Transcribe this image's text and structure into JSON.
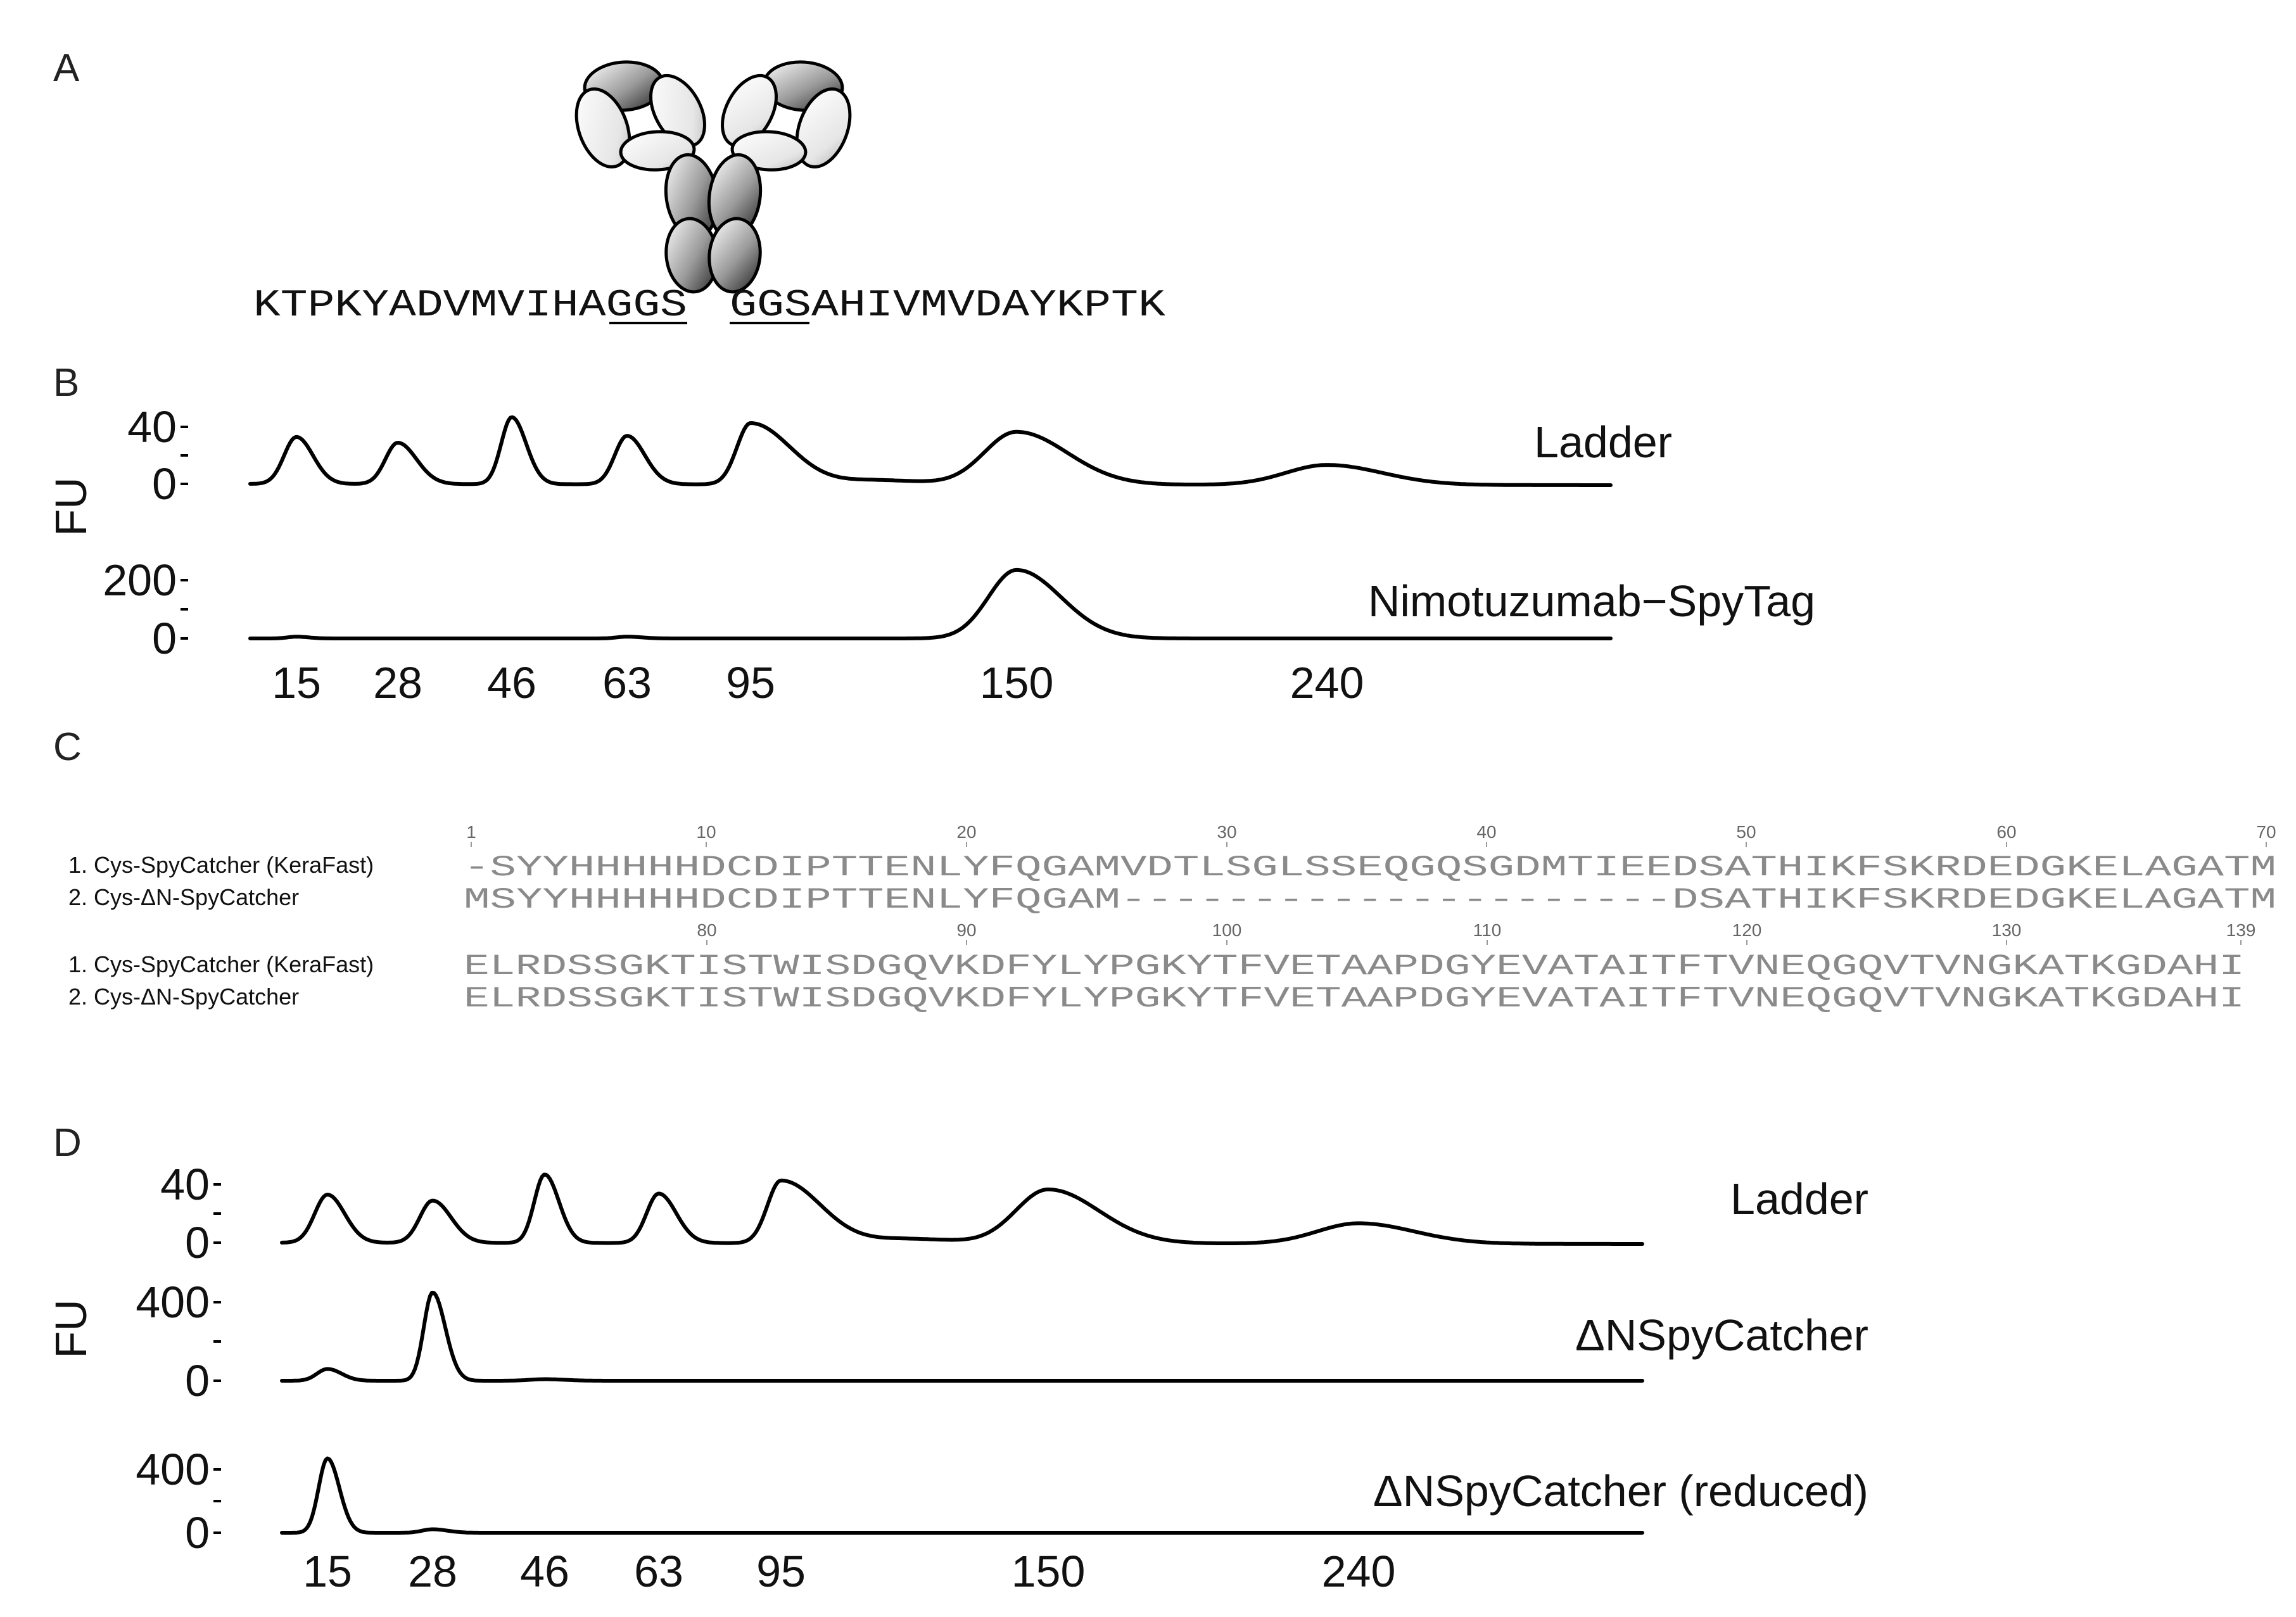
{
  "panels": {
    "a": {
      "letter": "A",
      "seq_left_plain": "KTPKYADVMVIHA",
      "seq_left_linker": "GGS",
      "seq_right_linker": "GGS",
      "seq_right_plain": "AHIVMVDAYKPTK"
    },
    "b": {
      "letter": "B"
    },
    "c": {
      "letter": "C"
    },
    "d": {
      "letter": "D"
    }
  },
  "alignment": {
    "names": [
      "1. Cys-SpyCatcher (KeraFast)",
      "2. Cys-ΔN-SpyCatcher"
    ],
    "block1": {
      "positions": [
        "1",
        "10",
        "20",
        "30",
        "40",
        "50",
        "60",
        "70"
      ],
      "seq1": "-SYYHHHHHDCDIPTTENLYFQGAMVDTLSGLSSEQGQSGDMTIEEDSATHIKFSKRDEDGKELAGATM",
      "seq2": "MSYYHHHHHDCDIPTTENLYFQGAM---------------------DSATHIKFSKRDEDGKELAGATM"
    },
    "block2": {
      "positions": [
        "80",
        "90",
        "100",
        "110",
        "120",
        "130",
        "139"
      ],
      "seq1": "ELRDSSGKTISTWISDGQVKDFYLYPGKYTFVETAAPDGYEVATAITFTVNEQGQVTVNGKATKGDAHI",
      "seq2": "ELRDSSGKTISTWISDGQVKDFYLYPGKYTFVETAAPDGYEVATAITFTVNEQGQVTVNGKATKGDAHI"
    }
  },
  "chart_data": [
    {
      "id": "B",
      "type": "line",
      "title": "",
      "xlabel": "",
      "ylabel": "FU",
      "x_ticks": [
        15,
        28,
        46,
        63,
        95,
        150,
        240
      ],
      "series": [
        {
          "name": "Ladder",
          "y_ticks": [
            "40",
            "0"
          ],
          "ylim": [
            0,
            40
          ],
          "peaks": [
            {
              "x": 15,
              "y": 33,
              "width": 0.55
            },
            {
              "x": 28,
              "y": 29,
              "width": 0.55
            },
            {
              "x": 46,
              "y": 47,
              "width": 0.42
            },
            {
              "x": 63,
              "y": 34,
              "width": 0.48
            },
            {
              "x": 95,
              "y": 43,
              "width": 0.5
            },
            {
              "x": 118,
              "y": 3,
              "width": 0.6
            },
            {
              "x": 150,
              "y": 37,
              "width": 0.55
            },
            {
              "x": 240,
              "y": 14,
              "width": 0.6
            }
          ]
        },
        {
          "name": "Nimotuzumab−SpyTag",
          "y_ticks": [
            "200",
            "0"
          ],
          "ylim": [
            0,
            200
          ],
          "peaks": [
            {
              "x": 15,
              "y": 6,
              "width": 0.4
            },
            {
              "x": 63,
              "y": 6,
              "width": 0.4
            },
            {
              "x": 150,
              "y": 235,
              "width": 0.48
            }
          ]
        }
      ]
    },
    {
      "id": "D",
      "type": "line",
      "title": "",
      "xlabel": "",
      "ylabel": "FU",
      "x_ticks": [
        15,
        28,
        46,
        63,
        95,
        150,
        240
      ],
      "series": [
        {
          "name": "Ladder",
          "y_ticks": [
            "40",
            "0"
          ],
          "ylim": [
            0,
            40
          ],
          "peaks": [
            {
              "x": 15,
              "y": 33,
              "width": 0.55
            },
            {
              "x": 28,
              "y": 29,
              "width": 0.55
            },
            {
              "x": 46,
              "y": 47,
              "width": 0.42
            },
            {
              "x": 63,
              "y": 34,
              "width": 0.48
            },
            {
              "x": 95,
              "y": 43,
              "width": 0.5
            },
            {
              "x": 118,
              "y": 3,
              "width": 0.6
            },
            {
              "x": 150,
              "y": 37,
              "width": 0.55
            },
            {
              "x": 240,
              "y": 14,
              "width": 0.6
            }
          ]
        },
        {
          "name": "ΔNSpyCatcher",
          "y_ticks": [
            "400",
            "0"
          ],
          "ylim": [
            0,
            400
          ],
          "peaks": [
            {
              "x": 15,
              "y": 60,
              "width": 0.45
            },
            {
              "x": 28,
              "y": 450,
              "width": 0.38
            },
            {
              "x": 46,
              "y": 8,
              "width": 0.6
            }
          ]
        },
        {
          "name": "ΔNSpyCatcher (reduced)",
          "y_ticks": [
            "400",
            "0"
          ],
          "ylim": [
            0,
            400
          ],
          "peaks": [
            {
              "x": 15,
              "y": 470,
              "width": 0.38
            },
            {
              "x": 28,
              "y": 22,
              "width": 0.45
            }
          ]
        }
      ]
    }
  ]
}
